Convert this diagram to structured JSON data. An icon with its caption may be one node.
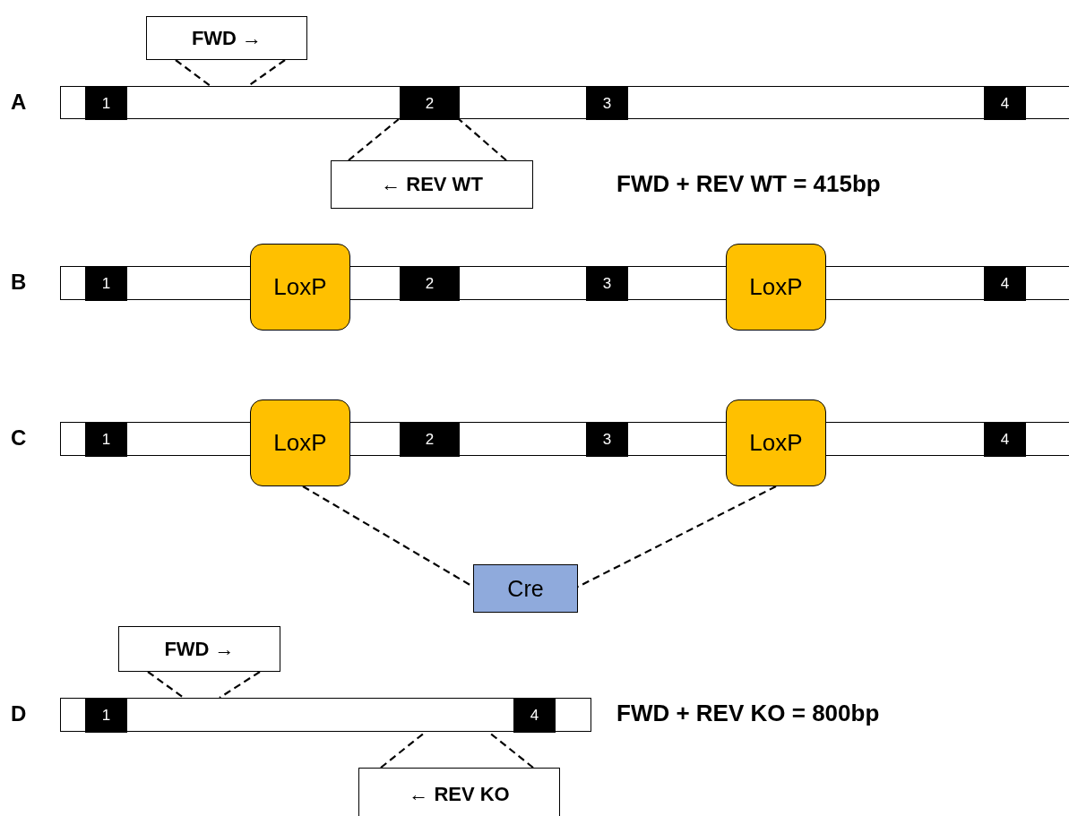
{
  "diagram": {
    "nodes": [
      {
        "text": [
          "FWD →"
        ]
      },
      {
        "text": [],
        "shape": "bar",
        "beside": [
          "A"
        ]
      },
      {
        "text": [
          "1"
        ],
        "in": 1
      },
      {
        "text": [
          "2"
        ],
        "in": 1
      },
      {
        "text": [
          "3"
        ],
        "in": 1
      },
      {
        "text": [
          "4"
        ],
        "in": 1
      },
      {
        "text": [
          "← REV WT"
        ]
      },
      {
        "text": [],
        "shape": "bar",
        "beside": [
          "B"
        ]
      },
      {
        "text": [
          "1"
        ],
        "in": 7
      },
      {
        "text": [
          "LoxP"
        ]
      },
      {
        "text": [
          "2"
        ],
        "in": 7
      },
      {
        "text": [
          "3"
        ],
        "in": 7
      },
      {
        "text": [
          "LoxP"
        ]
      },
      {
        "text": [
          "4"
        ],
        "in": 7
      },
      {
        "text": [],
        "shape": "bar",
        "beside": [
          "C"
        ]
      },
      {
        "text": [
          "1"
        ],
        "in": 14
      },
      {
        "text": [
          "LoxP"
        ]
      },
      {
        "text": [
          "2"
        ],
        "in": 14
      },
      {
        "text": [
          "3"
        ],
        "in": 14
      },
      {
        "text": [
          "LoxP"
        ]
      },
      {
        "text": [
          "4"
        ],
        "in": 14
      },
      {
        "text": [
          "Cre"
        ]
      },
      {
        "text": [
          "FWD →"
        ]
      },
      {
        "text": [],
        "shape": "bar",
        "beside": [
          "D"
        ]
      },
      {
        "text": [
          "1"
        ],
        "in": 23
      },
      {
        "text": [
          "4"
        ],
        "in": 23
      },
      {
        "text": [
          "← REV KO"
        ]
      }
    ],
    "edges": [
      {
        "from": 0,
        "to": 1,
        "arrow": "none",
        "style": "dashed"
      },
      {
        "from": 0,
        "to": 1,
        "arrow": "none",
        "style": "dashed"
      },
      {
        "from": 6,
        "to": 3,
        "arrow": "none",
        "style": "dashed"
      },
      {
        "from": 6,
        "to": 3,
        "arrow": "none",
        "style": "dashed"
      },
      {
        "from": 16,
        "to": 21,
        "arrow": "none",
        "style": "dashed"
      },
      {
        "from": 19,
        "to": 21,
        "arrow": "none",
        "style": "dashed"
      },
      {
        "from": 22,
        "to": 23,
        "arrow": "none",
        "style": "dashed"
      },
      {
        "from": 22,
        "to": 23,
        "arrow": "none",
        "style": "dashed"
      },
      {
        "from": 26,
        "to": 23,
        "arrow": "none",
        "style": "dashed"
      },
      {
        "from": 26,
        "to": 23,
        "arrow": "none",
        "style": "dashed"
      }
    ],
    "labels": [
      "FWD + REV WT = 415bp",
      "FWD + REV KO = 800bp"
    ]
  }
}
